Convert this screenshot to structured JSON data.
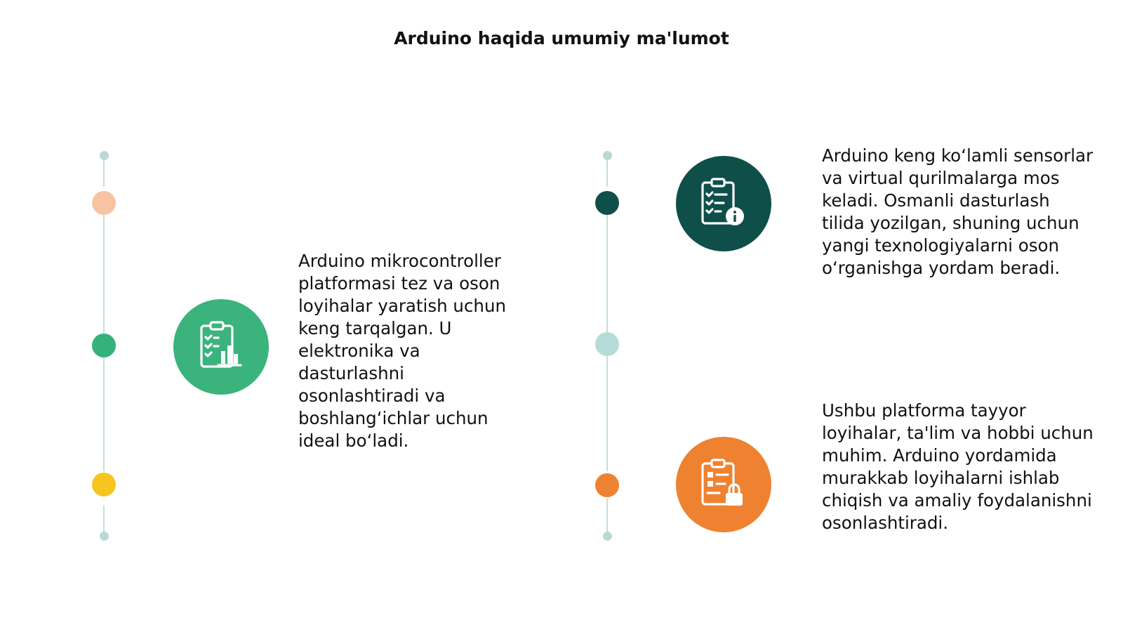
{
  "title": "Arduino haqida umumiy ma'lumot",
  "colors": {
    "timeline_line": "#c7dcdc",
    "timeline_cap": "#b9d8d6",
    "dot_peach": "#f6c3a3",
    "dot_green": "#33b27b",
    "dot_yellow": "#f7c51f",
    "dot_dark_teal": "#0f4f4a",
    "dot_mint": "#b5dcd6",
    "dot_orange": "#ef8230",
    "circle_green": "#3bb37c",
    "circle_teal": "#0f4f4a",
    "circle_orange": "#ef8230"
  },
  "items": [
    {
      "icon": "clipboard-chart-icon",
      "text": "Arduino mikrocontroller platformasi tez va oson loyihalar yaratish uchun keng tarqalgan. U elektronika va dasturlashni osonlashtiradi va boshlang‘ichlar uchun ideal bo‘ladi."
    },
    {
      "icon": "clipboard-info-icon",
      "text": "Arduino keng ko‘lamli sensorlar va virtual qurilmalarga mos keladi. Osmanli dasturlash tilida yozilgan, shuning uchun yangi texnologiyalarni oson o‘rganishga yordam beradi."
    },
    {
      "icon": "clipboard-lock-icon",
      "text": "Ushbu platforma tayyor loyihalar, ta'lim va hobbi uchun muhim. Arduino yordamida murakkab loyihalarni ishlab chiqish va amaliy foydalanishni osonlashtiradi."
    }
  ]
}
